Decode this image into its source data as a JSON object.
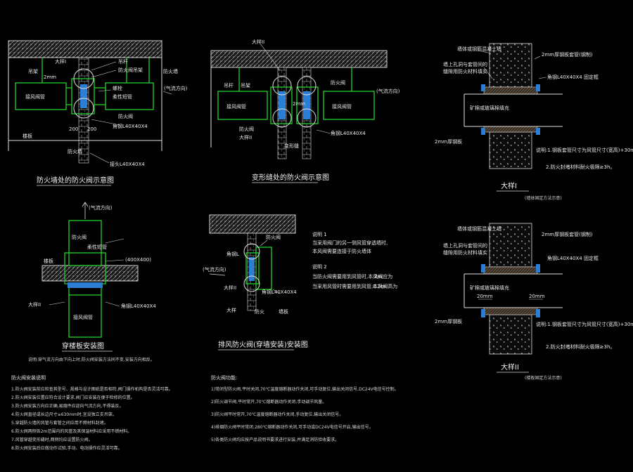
{
  "fig1": {
    "title": "防火墙处的防火阀示意图",
    "labels": {
      "l1": "2mm",
      "l2": "吊杆",
      "l3": "防火阀吊架",
      "l4": "螺栓",
      "l5": "柔性短管",
      "l6": "接风阀管",
      "l7": "防火阀",
      "l8": "角钢L40X40X4",
      "l9": "防火墙",
      "l10": "(气流方向)",
      "l11": "楼板",
      "l12": "200",
      "l13": "200",
      "l14": "大样I",
      "l15": "接头L40X40X4",
      "l16": "防火墙",
      "l17": "吊架"
    }
  },
  "fig2": {
    "title": "变形缝处的防火阀示意图",
    "labels": {
      "l1": "大样II",
      "l2": "吊杆",
      "l3": "吊架",
      "l4": "防火阀",
      "l5": "2mm",
      "l6": "接风阀管",
      "l7": "(气流方向)",
      "l8": "接风阀管",
      "l9": "防火阀",
      "l10": "大样II",
      "l11": "角钢L40X40X4",
      "l12": "变形缝"
    }
  },
  "fig3": {
    "title": "穿楼板安装图",
    "note": "说明:穿气流方向由下向上时,防火阀安装方法同不变,安装方向相反。",
    "labels": {
      "l1": "(气流方向)",
      "l2": "防火阀",
      "l3": "柔性短管",
      "l4": "接风阀管",
      "l5": "(400X400)",
      "l6": "楼板",
      "l7": "角钢L40X40X4",
      "l8": "大样II"
    }
  },
  "fig4": {
    "title": "排风防火阀(穿墙安装)安装图",
    "labels": {
      "l1": "防火阀",
      "l2": "角钢L",
      "l3": "(气流方向)",
      "l4": "大样II",
      "l5": "大样",
      "l6": "角钢L40X40X4",
      "l7": "防火",
      "l8": "墙板"
    },
    "notes": {
      "n1": "说明 1",
      "n2": "当采用阀门的另一侧风管穿透墙时,",
      "n3": "本风阀需要连接于防火墙体",
      "n4": "说明 2",
      "n5": "当防火阀需要用到风管时,本风阀应为",
      "n6": "2m",
      "n7": "当采用风管时需要用到风管,本风阀高为",
      "n8": "0.2m"
    }
  },
  "fig5": {
    "title": "大样I",
    "subtitle": "(墙体固定方法示意)",
    "labels": {
      "l1": "墙体或钢筋混凝土墙",
      "l2": "2mm厚钢板套管(钢制)",
      "l3": "墙上孔洞与套管间的",
      "l4": "缝隙用防火材料填实",
      "l5": "角钢L40X40X4 固定框",
      "l6": "矿棉或玻璃棉填充",
      "l7": "2mm厚钢板",
      "l8": "说明:1.钢板套管尺寸为风管尺寸(宽高)+30mm。",
      "l9": "2.防火封堵材料耐火极限≥3h。"
    }
  },
  "fig6": {
    "title": "大样II",
    "subtitle": "(楼板固定方法示意)",
    "labels": {
      "l1": "墙体或钢筋混凝土墙",
      "l2": "2mm厚钢板套管(钢制)",
      "l3": "墙上孔洞与套管间的",
      "l4": "缝隙用防火材料填实",
      "l5": "角钢L40X40X4 固定框",
      "l6": "矿棉或玻璃棉填充",
      "l7": "2mm厚钢板",
      "l8": "说明:1.钢板套管尺寸为风管尺寸(宽高)+30mm。",
      "l9": "2.防火封堵材料耐火极限≥3h。",
      "l10": "20mm",
      "l11": "20mm"
    }
  },
  "notes_left": {
    "heading": "防火阀安装说明",
    "lines": [
      "1.防火阀安装前应检查其型号、规格与设计图纸是否相符,阀门操作机构是否灵活可靠。",
      "2.防火阀安装位置应符合设计要求,阀门应安装在便于检修的位置。",
      "3.防火阀安装方向应正确,易熔件应迎向气流方向,不得装反。",
      "4.防火阀直径或长边尺寸≥630mm时,宜设独立支吊架。",
      "5.穿越防火墙的风管与套管之间应用不燃材料封堵。",
      "6.防火阀两侧各2m范围内的风管及其保温材料应采用不燃材料。",
      "7.风管穿越变形缝时,两侧均应设置防火阀。",
      "8.防火阀安装后应做动作试验,手动、电动操作应灵活可靠。"
    ]
  },
  "notes_right": {
    "heading": "防火阀功能:",
    "lines": [
      "1)常闭型防火阀,平时关闭,70℃温度熔断器动作关闭,可手动复位,输出关闭信号,DC24V电信号控制。",
      "2)防火调节阀,平时常开,70℃熔断器动作关闭,手动调节风量。",
      "3)防火阀平时常开,70℃温度熔断器动作关闭,手动复位,输出关闭信号。",
      "4)排烟防火阀平时常闭,280℃熔断器动作关闭,可手动或DC24V电信号开启,输出信号。",
      "5)各类防火阀均应按产品说明书要求进行安装,并满足消防验收要求。"
    ]
  }
}
